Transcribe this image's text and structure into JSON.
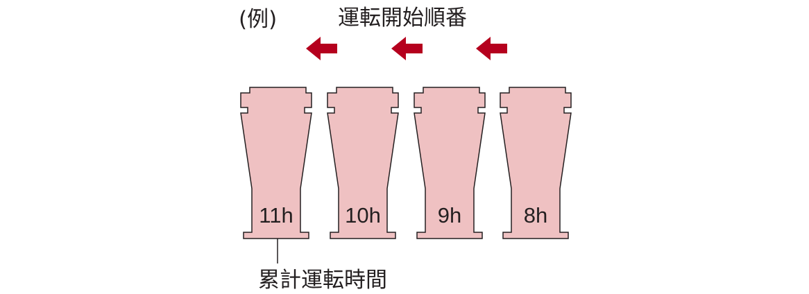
{
  "example_label": "(例)",
  "start_order_label": "運転開始順番",
  "total_hours_label": "累計運転時間",
  "colors": {
    "part_fill": "#efc1c2",
    "part_stroke": "#231f20",
    "arrow": "#b5001e",
    "text": "#231f20"
  },
  "arrow_icons": [
    "left-arrow-icon",
    "left-arrow-icon",
    "left-arrow-icon"
  ],
  "parts": [
    {
      "hours": "11h"
    },
    {
      "hours": "10h"
    },
    {
      "hours": "9h"
    },
    {
      "hours": "8h"
    }
  ]
}
